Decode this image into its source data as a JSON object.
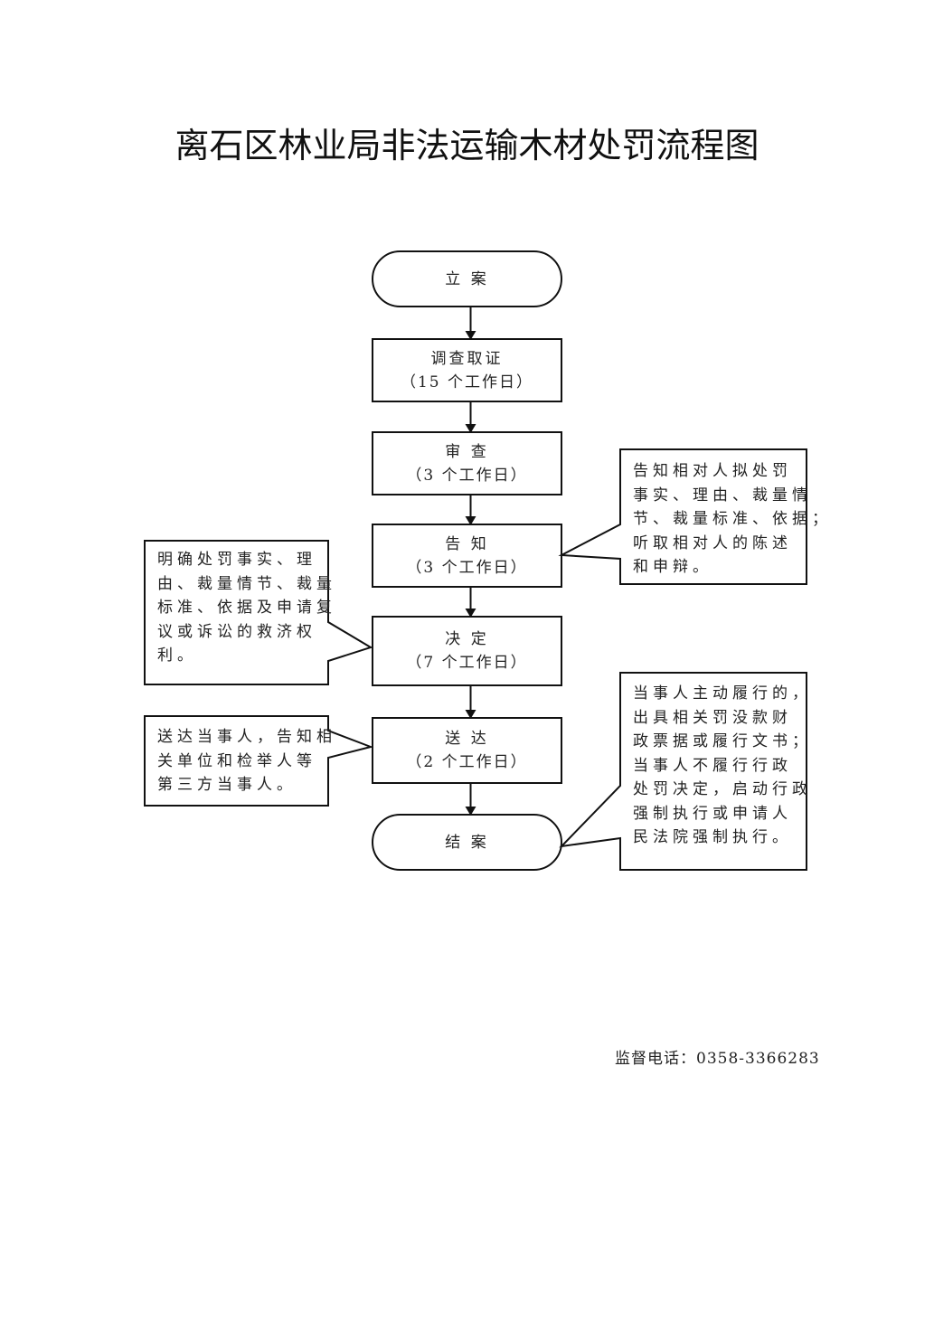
{
  "title": "离石区林业局非法运输木材处罚流程图",
  "flow": {
    "nodes": [
      {
        "id": "start",
        "shape": "terminal",
        "label": "立 案",
        "sub": ""
      },
      {
        "id": "investigate",
        "shape": "process",
        "label": "调查取证",
        "sub": "（15 个工作日）"
      },
      {
        "id": "review",
        "shape": "process",
        "label": "审 查",
        "sub": "（3 个工作日）"
      },
      {
        "id": "notify",
        "shape": "process",
        "label": "告 知",
        "sub": "（3 个工作日）"
      },
      {
        "id": "decide",
        "shape": "process",
        "label": "决 定",
        "sub": "（7 个工作日）"
      },
      {
        "id": "deliver",
        "shape": "process",
        "label": "送 达",
        "sub": "（2 个工作日）"
      },
      {
        "id": "close",
        "shape": "terminal",
        "label": "结 案",
        "sub": ""
      }
    ],
    "edges": [
      [
        "start",
        "investigate"
      ],
      [
        "investigate",
        "review"
      ],
      [
        "review",
        "notify"
      ],
      [
        "notify",
        "decide"
      ],
      [
        "decide",
        "deliver"
      ],
      [
        "deliver",
        "close"
      ]
    ],
    "notes": [
      {
        "id": "note-notify",
        "attached_to": "notify",
        "side": "right",
        "lines": [
          "告知相对人拟处罚",
          "事实、理由、裁量情",
          "节、裁量标准、依据；",
          "听取相对人的陈述",
          "和申辩。"
        ]
      },
      {
        "id": "note-decide",
        "attached_to": "decide",
        "side": "left",
        "lines": [
          "明确处罚事实、理",
          "由、裁量情节、裁量",
          "标准、依据及申请复",
          "议或诉讼的救济权",
          "利。"
        ]
      },
      {
        "id": "note-deliver",
        "attached_to": "deliver",
        "side": "left",
        "lines": [
          "送达当事人，告知相",
          "关单位和检举人等",
          "第三方当事人。"
        ]
      },
      {
        "id": "note-close",
        "attached_to": "close",
        "side": "right",
        "lines": [
          "当事人主动履行的，",
          "出具相关罚没款财",
          "政票据或履行文书；",
          "当事人不履行行政",
          "处罚决定，启动行政",
          "强制执行或申请人",
          "民法院强制执行。"
        ]
      }
    ]
  },
  "footer": {
    "label": "监督电话：",
    "phone": "0358-3366283"
  },
  "colors": {
    "stroke": "#111111",
    "background": "#ffffff"
  }
}
